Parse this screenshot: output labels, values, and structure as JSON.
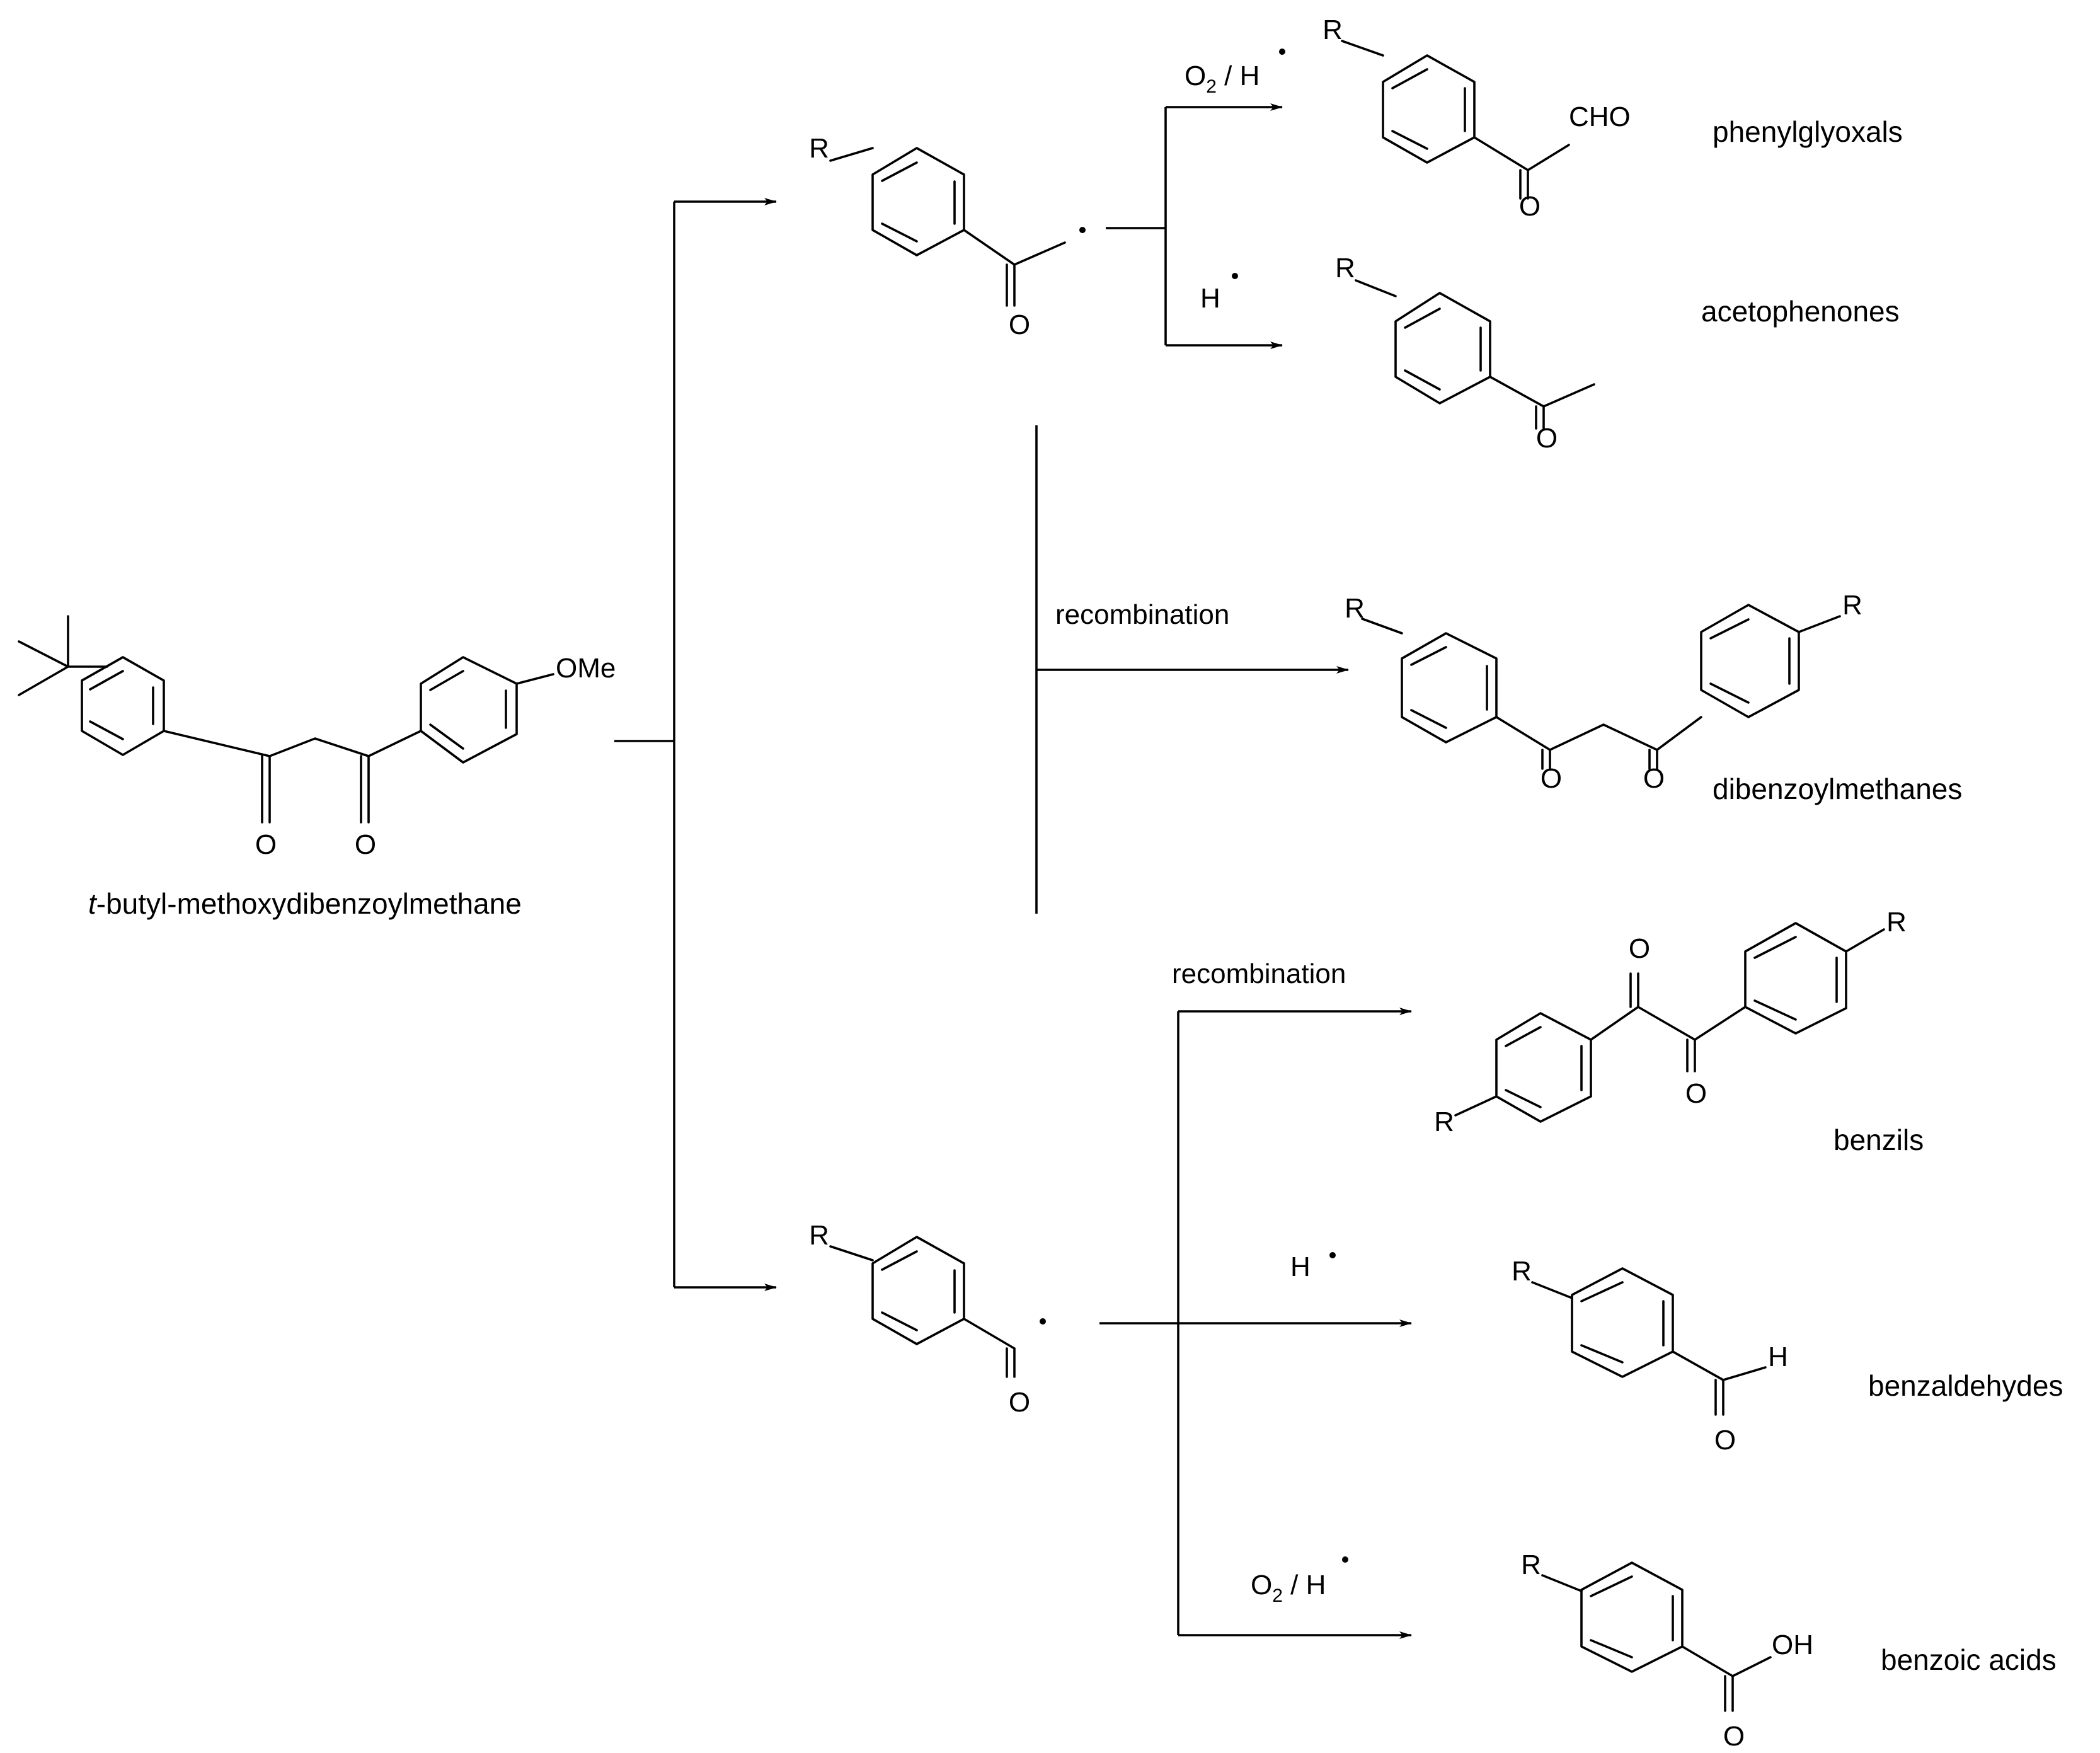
{
  "colors": {
    "ink": "#000000",
    "background": "#ffffff"
  },
  "labels": {
    "reactant_prefix": "t",
    "reactant_suffix": "-butyl-methoxydibenzoylmethane",
    "phenylglyoxals": "phenylglyoxals",
    "acetophenones": "acetophenones",
    "dibenzoylmethanes": "dibenzoylmethanes",
    "benzils": "benzils",
    "benzaldehydes": "benzaldehydes",
    "benzoic_acids": "benzoic acids"
  },
  "conditions": {
    "o2_part": "O",
    "o2_sub": "2",
    "o2_rest": " / H",
    "h": "H",
    "recombination": "recombination"
  },
  "atoms": {
    "R": "R",
    "O": "O",
    "H": "H",
    "OMe": "OMe",
    "CHO": "CHO",
    "OH": "OH"
  }
}
